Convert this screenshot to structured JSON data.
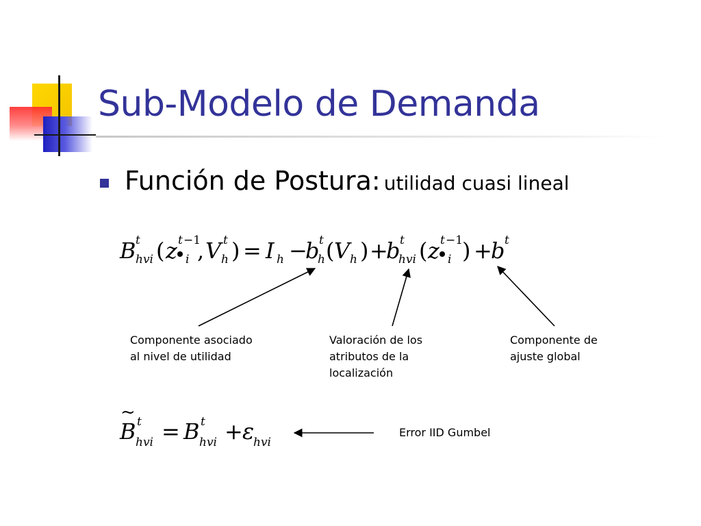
{
  "slide": {
    "title": "Sub-Modelo de Demanda",
    "bullet": {
      "main": "Función de Postura:",
      "sub": "utilidad cuasi lineal"
    },
    "annotations": {
      "utility": [
        "Componente asociado",
        "al nivel de utilidad"
      ],
      "attributes": [
        "Valoración de los",
        "atributos de la",
        "localización"
      ],
      "global": [
        "Componente de",
        "ajuste global"
      ],
      "error": "Error IID Gumbel"
    },
    "colors": {
      "title": "#333399",
      "bullet": "#333399",
      "accent_yellow": "#ffd700",
      "accent_red": "#ff2a2a",
      "accent_blue": "#2020c0"
    }
  }
}
